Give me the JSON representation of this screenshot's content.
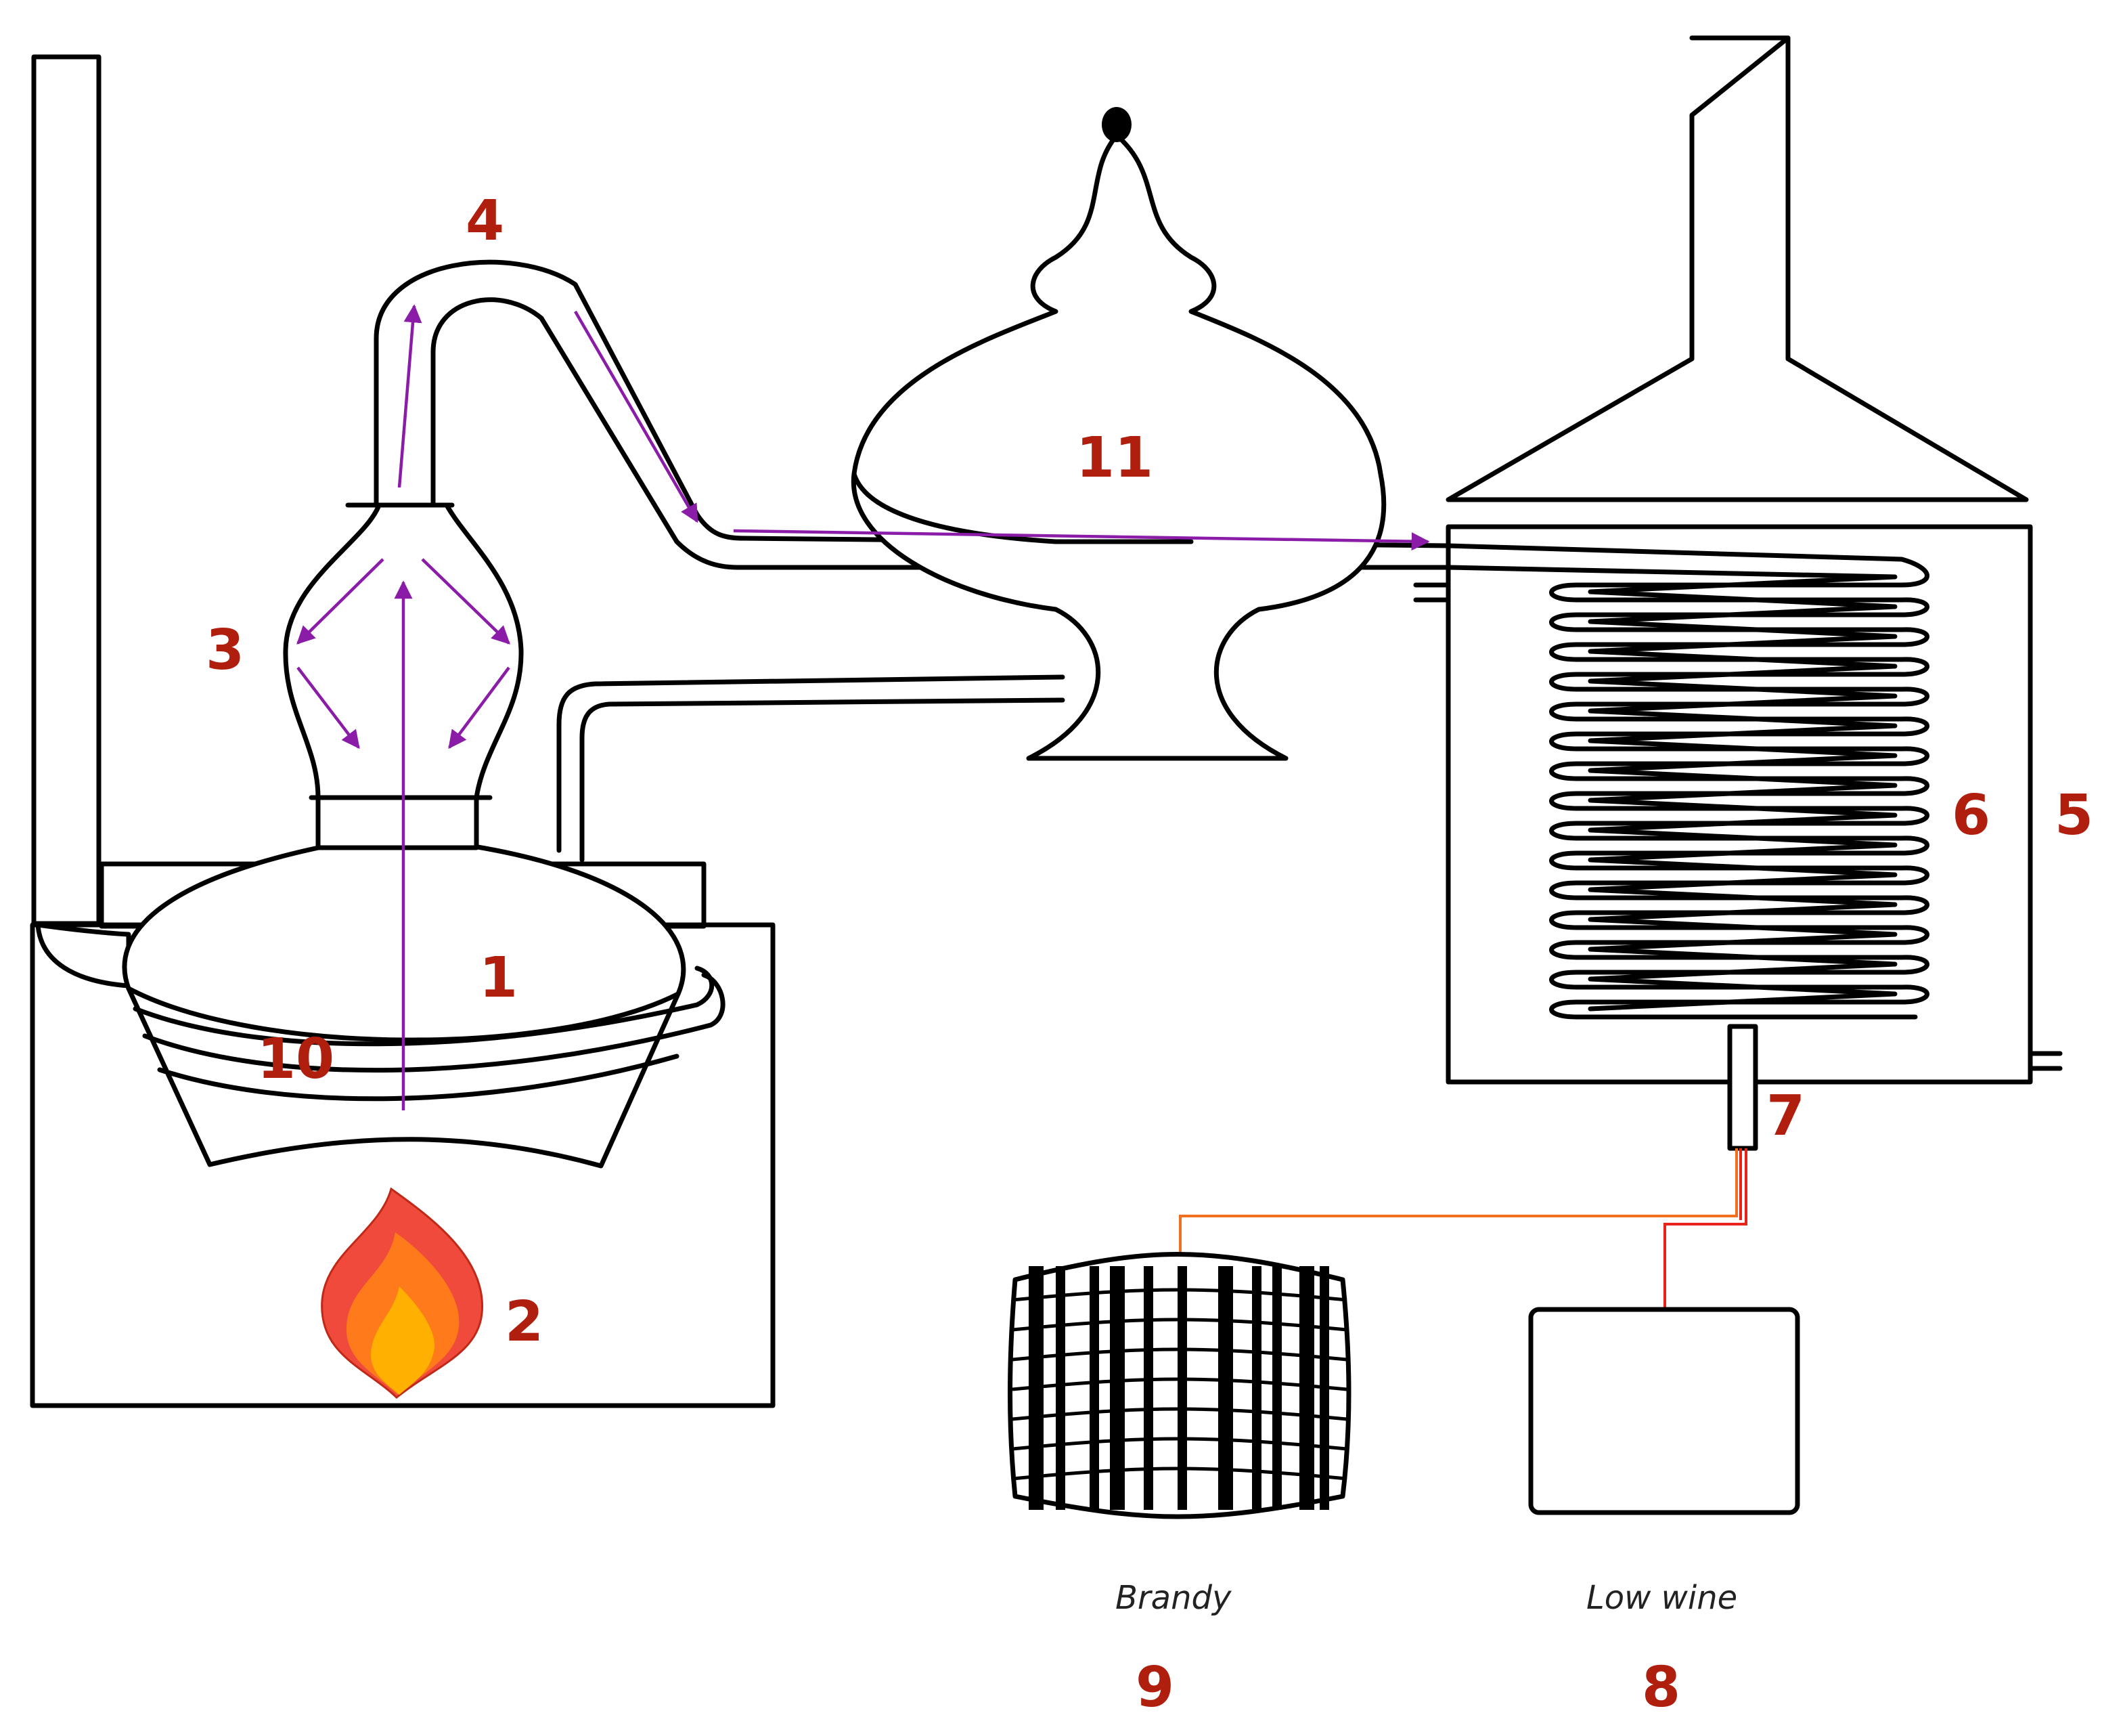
{
  "labels": {
    "n1": "1",
    "n2": "2",
    "n3": "3",
    "n4": "4",
    "n5": "5",
    "n6": "6",
    "n7": "7",
    "n8": "8",
    "n9": "9",
    "n10": "10",
    "n11": "11"
  },
  "captions": {
    "brandy": "Brandy",
    "low_wine": "Low wine"
  },
  "colors": {
    "label": "#b01e0e",
    "vapour_flow": "#8a1ca8",
    "brandy_line": "#f07020",
    "low_wine_line": "#e8231a",
    "flame_outer": "#f04a3c",
    "flame_mid": "#ff7a1a",
    "flame_inner": "#ffb000"
  }
}
